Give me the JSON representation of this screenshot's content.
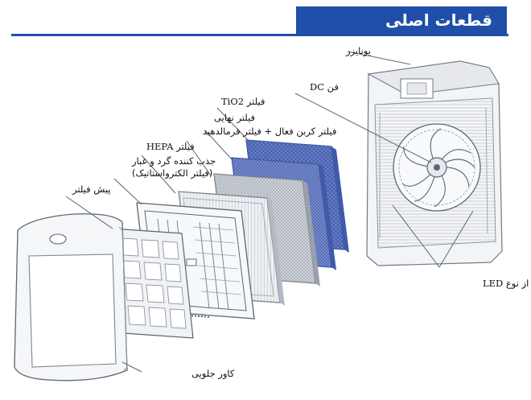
{
  "header": {
    "title": "قطعات اصلی",
    "band_color": "#1f4fa8"
  },
  "labels": {
    "ionizer": "یونایزر",
    "dc_fan": "فن DC",
    "tio2_filter": "فیلتر TiO2",
    "final_filter": "فیلتر نهایی",
    "carbon_filter": "فیلتر کربن فعال + فیلتر فرمالدهید",
    "hepa_filter": "فیلتر HEPA",
    "dust_filter_line1": "جذب کننده گرد و غبار",
    "dust_filter_line2": "(فیلتر الکترواستاتیک)",
    "pre_filter": "پیش فیلتر",
    "uv_lamp": "لامپ UV از نوع LED",
    "front_cover": "کاور جلویی"
  },
  "colors": {
    "line": "#6f7a8a",
    "filter_blue": "#5f77c4",
    "filter_blue_dark": "#3f5aa8",
    "filter_grey": "#c9cdd3"
  }
}
